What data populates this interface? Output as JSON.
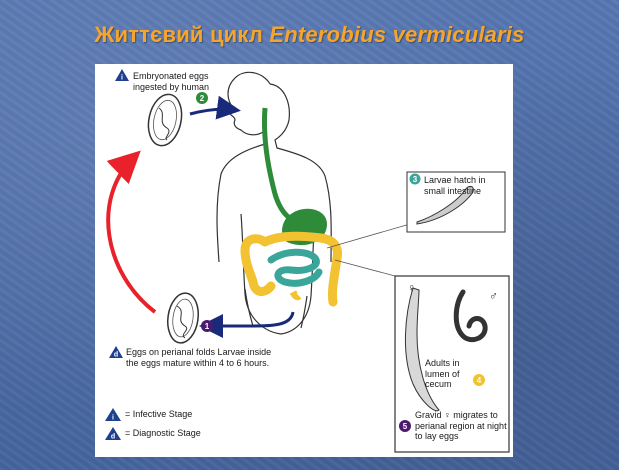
{
  "title": {
    "cyrillic": "Життєвий цикл",
    "latin": "Enterobius vermicularis"
  },
  "steps": {
    "s1": {
      "marker": "i",
      "num": "2",
      "text": "Embryonated eggs ingested by human"
    },
    "s3": {
      "num": "3",
      "text": "Larvae hatch in small intestine"
    },
    "s4": {
      "num": "4",
      "text": "Adults in lumen of cecum"
    },
    "s5": {
      "num": "5",
      "text": "Gravid ♀ migrates to perianal region at night to lay eggs"
    },
    "s1b": {
      "marker": "d",
      "num": "1",
      "text": "Eggs on perianal folds Larvae inside the eggs mature within 4 to 6 hours."
    }
  },
  "sex_symbols": {
    "female": "♀",
    "male": "♂"
  },
  "legend": {
    "infective": {
      "marker": "i",
      "text": "= Infective Stage"
    },
    "diagnostic": {
      "marker": "d",
      "text": "= Diagnostic Stage"
    }
  },
  "colors": {
    "title": "#f6a52c",
    "background": "#4a6aa6",
    "arrow_red": "#e8212b",
    "arrow_navy": "#1a2a7a",
    "gut_green": "#2e8b3a",
    "colon_yellow": "#f2c230",
    "intestine_teal": "#3aa69a",
    "marker_navy": "#1f3f8f",
    "marker_purple": "#4b1a6e"
  }
}
